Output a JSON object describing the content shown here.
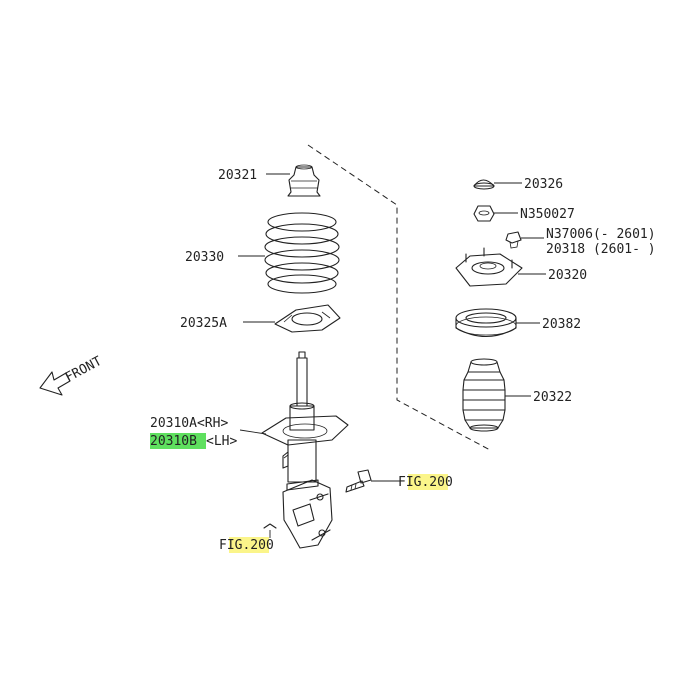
{
  "labels": {
    "p20321": "20321",
    "p20330": "20330",
    "p20325a": "20325A",
    "p20310a": "20310A<RH>",
    "p20310b_num": "20310B",
    "p20310b_side": "<LH>",
    "p20326": "20326",
    "n350027": "N350027",
    "n37006": "N37006(- 2601)",
    "p20318": "20318 (2601- )",
    "p20320": "20320",
    "p20382": "20382",
    "p20322": "20322",
    "fig_right_prefix": "F",
    "fig_right_ref": "IG.20",
    "fig_right_suffix": "0",
    "fig_left_prefix": "F",
    "fig_left_ref": "IG.20",
    "fig_left_suffix": "0",
    "front": "FRONT"
  },
  "colors": {
    "highlight_green": "#5fe05f",
    "highlight_yellow": "#fbf58a",
    "line": "#222222"
  }
}
